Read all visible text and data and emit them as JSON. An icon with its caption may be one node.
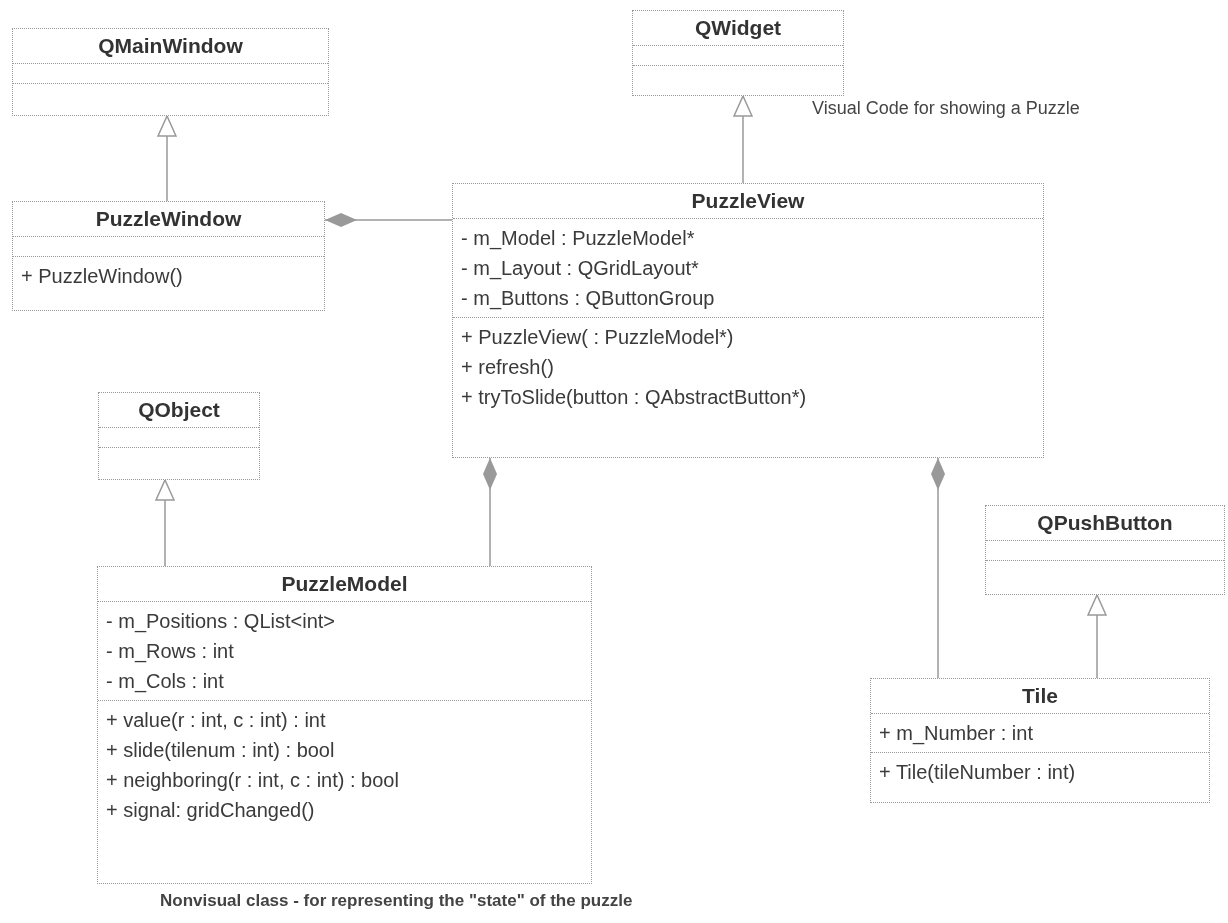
{
  "diagram": {
    "nodes": [
      {
        "text": [
          "QMainWindow"
        ]
      },
      {
        "text": [],
        "shape": "box",
        "in": 0
      },
      {
        "text": [],
        "shape": "box",
        "in": 0
      },
      {
        "text": [
          "QWidget"
        ]
      },
      {
        "text": [],
        "shape": "box",
        "in": 3
      },
      {
        "text": [],
        "shape": "box",
        "in": 3
      },
      {
        "text": [
          "PuzzleWindow"
        ]
      },
      {
        "text": [],
        "shape": "box",
        "in": 6
      },
      {
        "text": [
          "+ PuzzleWindow()"
        ],
        "in": 6
      },
      {
        "text": [
          "PuzzleView"
        ]
      },
      {
        "text": [
          "- m_Model : PuzzleModel*",
          "- m_Layout : QGridLayout*",
          "- m_Buttons : QButtonGroup"
        ],
        "in": 9
      },
      {
        "text": [
          "+ PuzzleView( : PuzzleModel*)",
          "+ refresh()",
          "+ tryToSlide(button : QAbstractButton*)"
        ],
        "in": 9
      },
      {
        "text": [
          "QObject"
        ]
      },
      {
        "text": [],
        "shape": "box",
        "in": 12
      },
      {
        "text": [],
        "shape": "box",
        "in": 12
      },
      {
        "text": [
          "QPushButton"
        ]
      },
      {
        "text": [],
        "shape": "box",
        "in": 15
      },
      {
        "text": [],
        "shape": "box",
        "in": 15
      },
      {
        "text": [
          "PuzzleModel"
        ]
      },
      {
        "text": [
          "- m_Positions : QList<int>",
          "- m_Rows : int",
          "- m_Cols : int"
        ],
        "in": 18
      },
      {
        "text": [
          "+ value(r : int, c : int) : int",
          "+ slide(tilenum : int) : bool",
          "+ neighboring(r : int, c : int) : bool",
          "+ signal: gridChanged()"
        ],
        "in": 18
      },
      {
        "text": [
          "Tile"
        ]
      },
      {
        "text": [
          "+ m_Number : int"
        ],
        "in": 21
      },
      {
        "text": [
          "+ Tile(tileNumber : int)"
        ],
        "in": 21
      }
    ],
    "edges": [
      {
        "from": 6,
        "to": 0,
        "arrow": "to"
      },
      {
        "from": 9,
        "to": 3,
        "arrow": "to"
      },
      {
        "from": 18,
        "to": 12,
        "arrow": "to"
      },
      {
        "from": 21,
        "to": 15,
        "arrow": "to"
      },
      {
        "from": 6,
        "to": 9,
        "arrow": "other"
      },
      {
        "from": 9,
        "to": 18,
        "arrow": "other"
      },
      {
        "from": 9,
        "to": 21,
        "arrow": "other"
      }
    ],
    "labels": [
      "Visual Code for showing a Puzzle",
      "Nonvisual class - for representing the \"state\" of the puzzle"
    ]
  }
}
